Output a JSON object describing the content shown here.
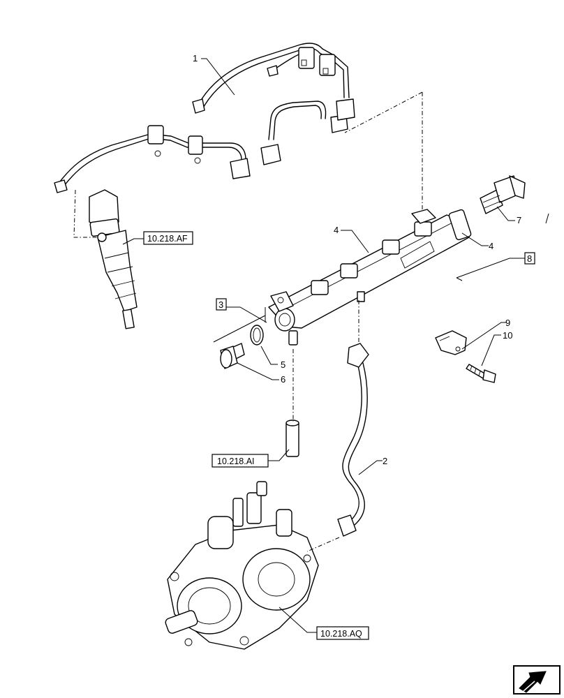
{
  "callouts": {
    "c1": "1",
    "c2": "2",
    "c4a": "4",
    "c4b": "4",
    "c5": "5",
    "c6": "6",
    "c7": "7",
    "c9": "9",
    "c10": "10"
  },
  "groups": {
    "g3": "3",
    "g8": "8"
  },
  "references": {
    "injector": "10.218.AF",
    "tube": "10.218.AI",
    "pump": "10.218.AQ"
  },
  "icons": {
    "nav_arrow": "arrow-icon"
  }
}
